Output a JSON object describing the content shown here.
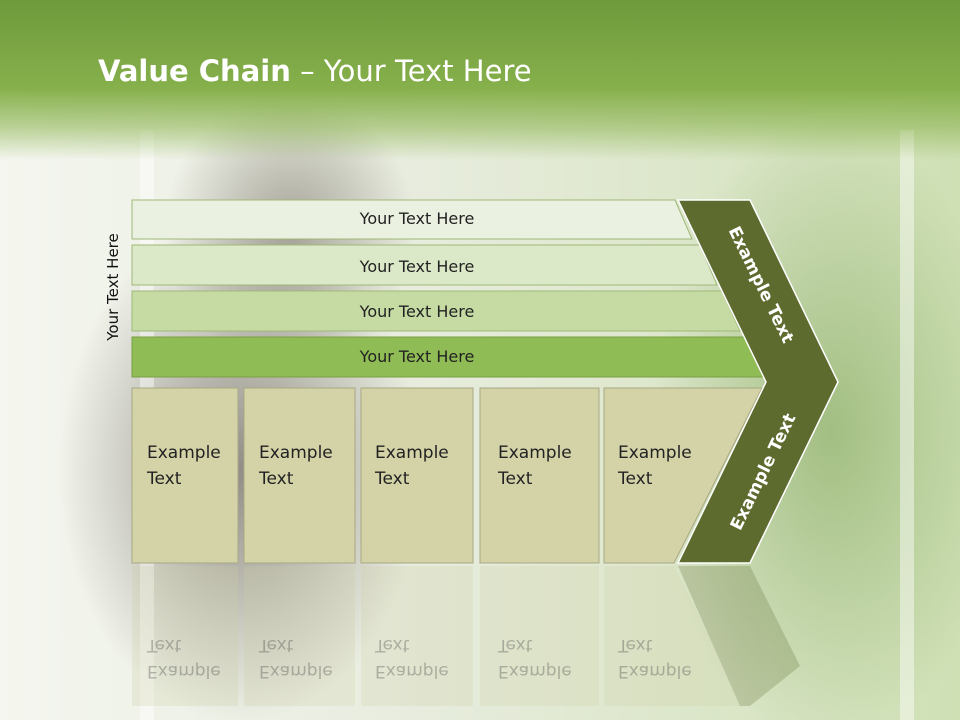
{
  "title": {
    "bold": "Value Chain",
    "rest": " – Your Text Here"
  },
  "side_label": "Your Text Here",
  "bars": [
    {
      "label": "Your Text Here",
      "color": "#ebf1e0"
    },
    {
      "label": "Your Text Here",
      "color": "#dce9c8"
    },
    {
      "label": "Your Text Here",
      "color": "#c6dba3"
    },
    {
      "label": "Your Text Here",
      "color": "#8fbc55"
    }
  ],
  "boxes": [
    {
      "label": "Example\nText"
    },
    {
      "label": "Example\nText"
    },
    {
      "label": "Example\nText"
    },
    {
      "label": "Example\nText"
    },
    {
      "label": "Example\nText"
    }
  ],
  "chevron": {
    "upper": "Example Text",
    "lower": "Example Text",
    "color": "#5d6b2f"
  },
  "colors": {
    "header": "#7fa845",
    "box": "#d4d3a8"
  }
}
